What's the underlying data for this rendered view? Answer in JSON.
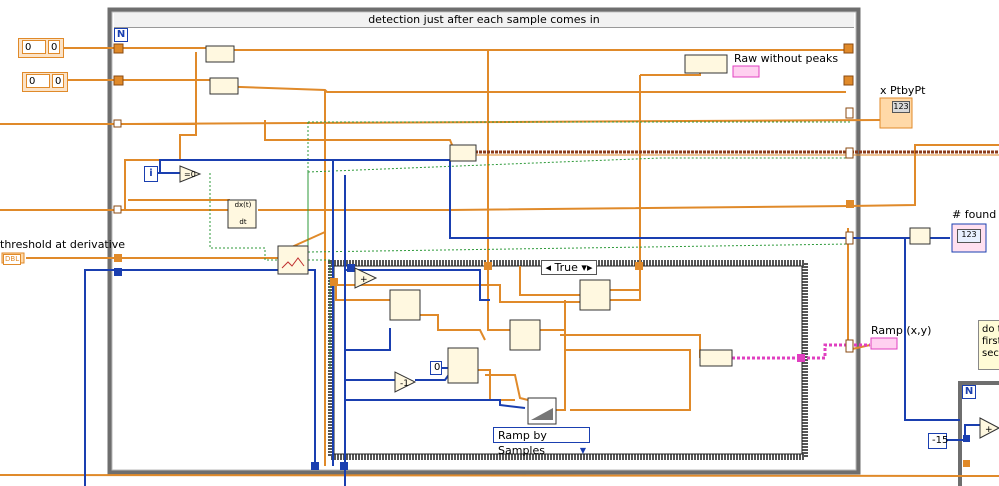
{
  "loop": {
    "label": "detection just after each sample comes in",
    "iteration_symbol": "N",
    "index_symbol": "i"
  },
  "case_structure": {
    "selector": "True"
  },
  "labels": {
    "raw_without_peaks": "Raw without peaks",
    "x_ptbypt": "x PtbyPt",
    "found": "# found",
    "threshold": "threshold at derivative",
    "ramp": "Ramp (x,y)"
  },
  "controls": {
    "control1_value": "0",
    "control1_small": "0",
    "control2_value": "0",
    "control2_small": "0",
    "minus15": "-15",
    "zero_const": "0"
  },
  "dropdown": {
    "label": "Ramp by Samples"
  },
  "note": {
    "text": "do t first seco"
  },
  "right_loop_symbol": "N",
  "terminals": {
    "dbl": "DBL",
    "i32": "123",
    "i32_2": "123",
    "deriv_top": "dx(t)",
    "deriv_bottom": "dt"
  },
  "colors": {
    "orange_wire": "#e08a2a",
    "blue_wire": "#1a3fb0",
    "pink_wire": "#e040c0",
    "green_wire": "#2e9a3a",
    "brown_wire": "#8b3a1a"
  }
}
